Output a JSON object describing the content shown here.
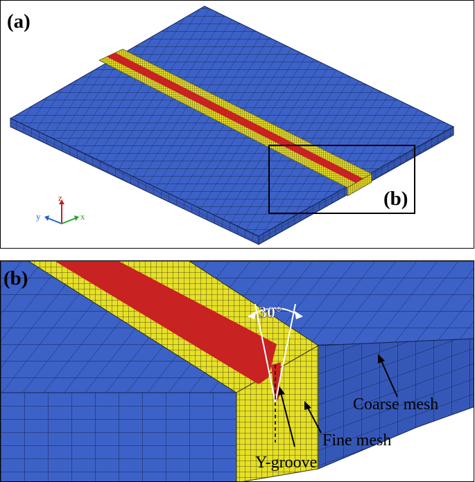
{
  "panel_a": {
    "label": "(a)",
    "inset_label": "(b)",
    "axes": {
      "z": "z",
      "y": "y",
      "x": "x"
    }
  },
  "panel_b": {
    "label": "(b)",
    "angle": "30°",
    "annotations": {
      "coarse": "Coarse mesh",
      "fine": "Fine mesh",
      "groove": "Y-groove"
    }
  },
  "colors": {
    "coarse_mesh": "#3c62c8",
    "fine_mesh": "#e6e028",
    "weld_bead": "#c82222",
    "mesh_lines": "#16224e"
  }
}
